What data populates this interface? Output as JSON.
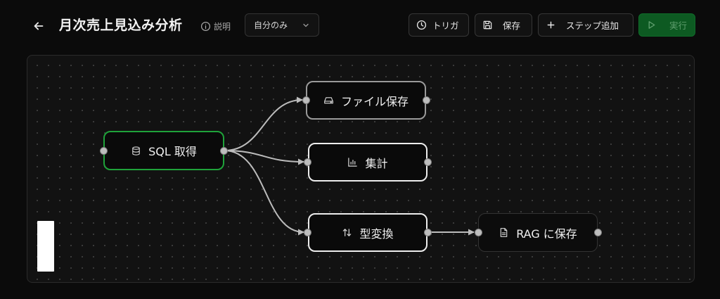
{
  "header": {
    "back_icon": "arrow-left-icon",
    "title": "月次売上見込み分析",
    "description_label": "説明",
    "description_icon": "info-icon",
    "scope_select": {
      "value": "自分のみ",
      "icon": "chevron-down-icon"
    }
  },
  "toolbar": {
    "trigger_label": "トリガ",
    "trigger_icon": "clock-icon",
    "save_label": "保存",
    "save_icon": "floppy-disk-icon",
    "add_step_label": "ステップ追加",
    "add_step_icon": "plus-icon",
    "run_label": "実行",
    "run_icon": "play-icon"
  },
  "flow": {
    "nodes": [
      {
        "id": "sql",
        "label": "SQL 取得",
        "icon": "database-icon",
        "state": "selected"
      },
      {
        "id": "file",
        "label": "ファイル保存",
        "icon": "hard-drive-icon",
        "state": "normal"
      },
      {
        "id": "agg",
        "label": "集計",
        "icon": "bar-chart-icon",
        "state": "normal"
      },
      {
        "id": "conv",
        "label": "型変換",
        "icon": "arrows-up-down-icon",
        "state": "normal"
      },
      {
        "id": "rag",
        "label": "RAG に保存",
        "icon": "document-icon",
        "state": "inactive"
      }
    ],
    "edges": [
      {
        "from": "sql",
        "to": "file"
      },
      {
        "from": "sql",
        "to": "agg"
      },
      {
        "from": "sql",
        "to": "conv"
      },
      {
        "from": "conv",
        "to": "rag"
      }
    ]
  },
  "colors": {
    "background": "#0b0b0b",
    "canvas": "#121212",
    "selected_border": "#1fa33a",
    "run_button": "#0d5a22",
    "edge": "#bcbcbc"
  }
}
